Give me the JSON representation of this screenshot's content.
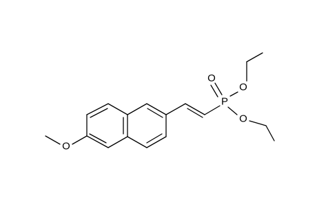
{
  "molecule": {
    "atoms": {
      "methoxy_oxygen": "O",
      "phosphorus": "P",
      "phosphoryl_oxygen": "O",
      "ester_oxygen_upper": "O",
      "ester_oxygen_lower": "O"
    },
    "colors": {
      "bond": "#000000",
      "label": "#000000",
      "background": "#ffffff"
    }
  }
}
